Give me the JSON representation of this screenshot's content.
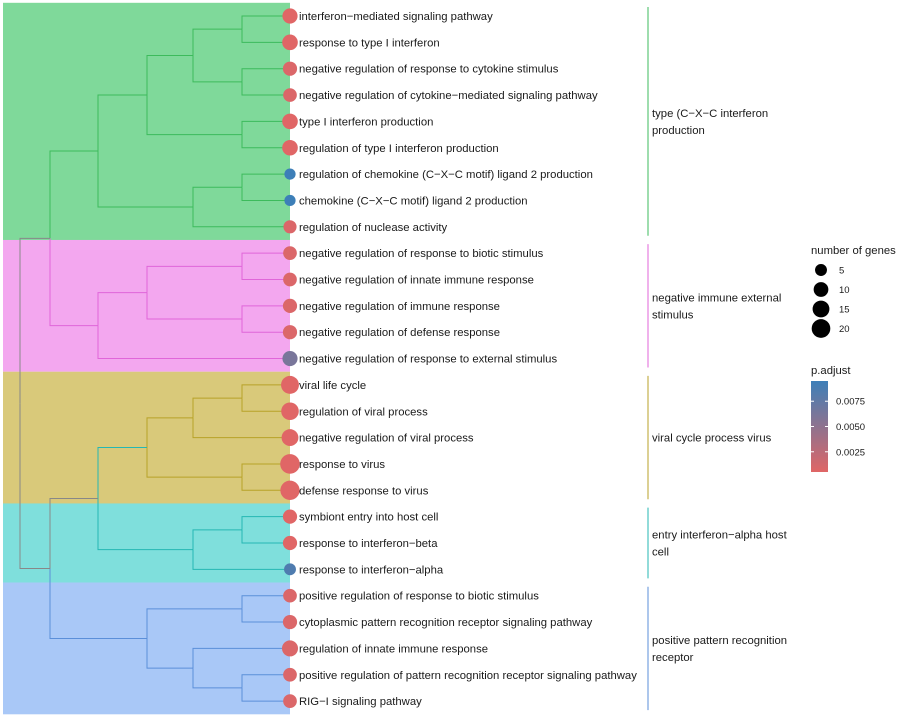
{
  "chart_data": {
    "type": "treeplot",
    "terms": [
      {
        "label": "interferon−mediated signaling pathway",
        "count": 11,
        "p_adjust": 0.0005
      },
      {
        "label": "response to type I interferon",
        "count": 12,
        "p_adjust": 0.0005
      },
      {
        "label": "negative regulation of response to cytokine stimulus",
        "count": 9,
        "p_adjust": 0.0008
      },
      {
        "label": "negative regulation of cytokine−mediated signaling pathway",
        "count": 8,
        "p_adjust": 0.0008
      },
      {
        "label": "type I interferon production",
        "count": 12,
        "p_adjust": 0.0005
      },
      {
        "label": "regulation of type I interferon production",
        "count": 12,
        "p_adjust": 0.0005
      },
      {
        "label": "regulation of chemokine (C−X−C motif) ligand 2 production",
        "count": 4,
        "p_adjust": 0.0095
      },
      {
        "label": "chemokine (C−X−C motif) ligand 2 production",
        "count": 4,
        "p_adjust": 0.0095
      },
      {
        "label": "regulation of nuclease activity",
        "count": 7,
        "p_adjust": 0.0008
      },
      {
        "label": "negative regulation of response to biotic stimulus",
        "count": 8,
        "p_adjust": 0.0008
      },
      {
        "label": "negative regulation of innate immune response",
        "count": 8,
        "p_adjust": 0.0008
      },
      {
        "label": "negative regulation of immune response",
        "count": 9,
        "p_adjust": 0.0008
      },
      {
        "label": "negative regulation of defense response",
        "count": 9,
        "p_adjust": 0.0008
      },
      {
        "label": "negative regulation of response to external stimulus",
        "count": 11,
        "p_adjust": 0.0062
      },
      {
        "label": "viral life cycle",
        "count": 18,
        "p_adjust": 0.0005
      },
      {
        "label": "regulation of viral process",
        "count": 17,
        "p_adjust": 0.0005
      },
      {
        "label": "negative regulation of viral process",
        "count": 15,
        "p_adjust": 0.0005
      },
      {
        "label": "response to virus",
        "count": 23,
        "p_adjust": 0.0005
      },
      {
        "label": "defense response to virus",
        "count": 22,
        "p_adjust": 0.0005
      },
      {
        "label": "symbiont entry into host cell",
        "count": 9,
        "p_adjust": 0.0005
      },
      {
        "label": "response to interferon−beta",
        "count": 9,
        "p_adjust": 0.0005
      },
      {
        "label": "response to interferon−alpha",
        "count": 5,
        "p_adjust": 0.0085
      },
      {
        "label": "positive regulation of response to biotic stimulus",
        "count": 8,
        "p_adjust": 0.0008
      },
      {
        "label": "cytoplasmic pattern recognition receptor signaling pathway",
        "count": 9,
        "p_adjust": 0.0008
      },
      {
        "label": "regulation of innate immune response",
        "count": 13,
        "p_adjust": 0.0008
      },
      {
        "label": "positive regulation of pattern recognition receptor signaling pathway",
        "count": 8,
        "p_adjust": 0.0008
      },
      {
        "label": "RIG−I signaling pathway",
        "count": 8,
        "p_adjust": 0.0008
      }
    ],
    "clusters": [
      {
        "lines": [
          "type (C−X−C interferon",
          "production"
        ],
        "color": "#7fd99a",
        "line_color": "#3dbb5c",
        "start": 0,
        "end": 8
      },
      {
        "lines": [
          "negative immune external",
          "stimulus"
        ],
        "color": "#f3a7ef",
        "line_color": "#e066d9",
        "start": 9,
        "end": 13
      },
      {
        "lines": [
          "viral cycle process virus"
        ],
        "color": "#d9c97a",
        "line_color": "#b8a228",
        "start": 14,
        "end": 18
      },
      {
        "lines": [
          "entry interferon−alpha host",
          "cell"
        ],
        "color": "#7fdfdc",
        "line_color": "#26b7b3",
        "start": 19,
        "end": 21
      },
      {
        "lines": [
          "positive pattern recognition",
          "receptor"
        ],
        "color": "#a9c8f7",
        "line_color": "#5b8fd9",
        "start": 22,
        "end": 26
      }
    ],
    "legend_size": {
      "title": "number of genes",
      "breaks": [
        5,
        10,
        15,
        20
      ]
    },
    "legend_color": {
      "title": "p.adjust",
      "breaks": [
        0.0075,
        0.005,
        0.0025
      ],
      "break_labels": [
        "0.0075",
        "0.0050",
        "0.0025"
      ],
      "range": [
        0.0005,
        0.0095
      ],
      "low_color": "#e06666",
      "high_color": "#3d7fb8"
    }
  }
}
